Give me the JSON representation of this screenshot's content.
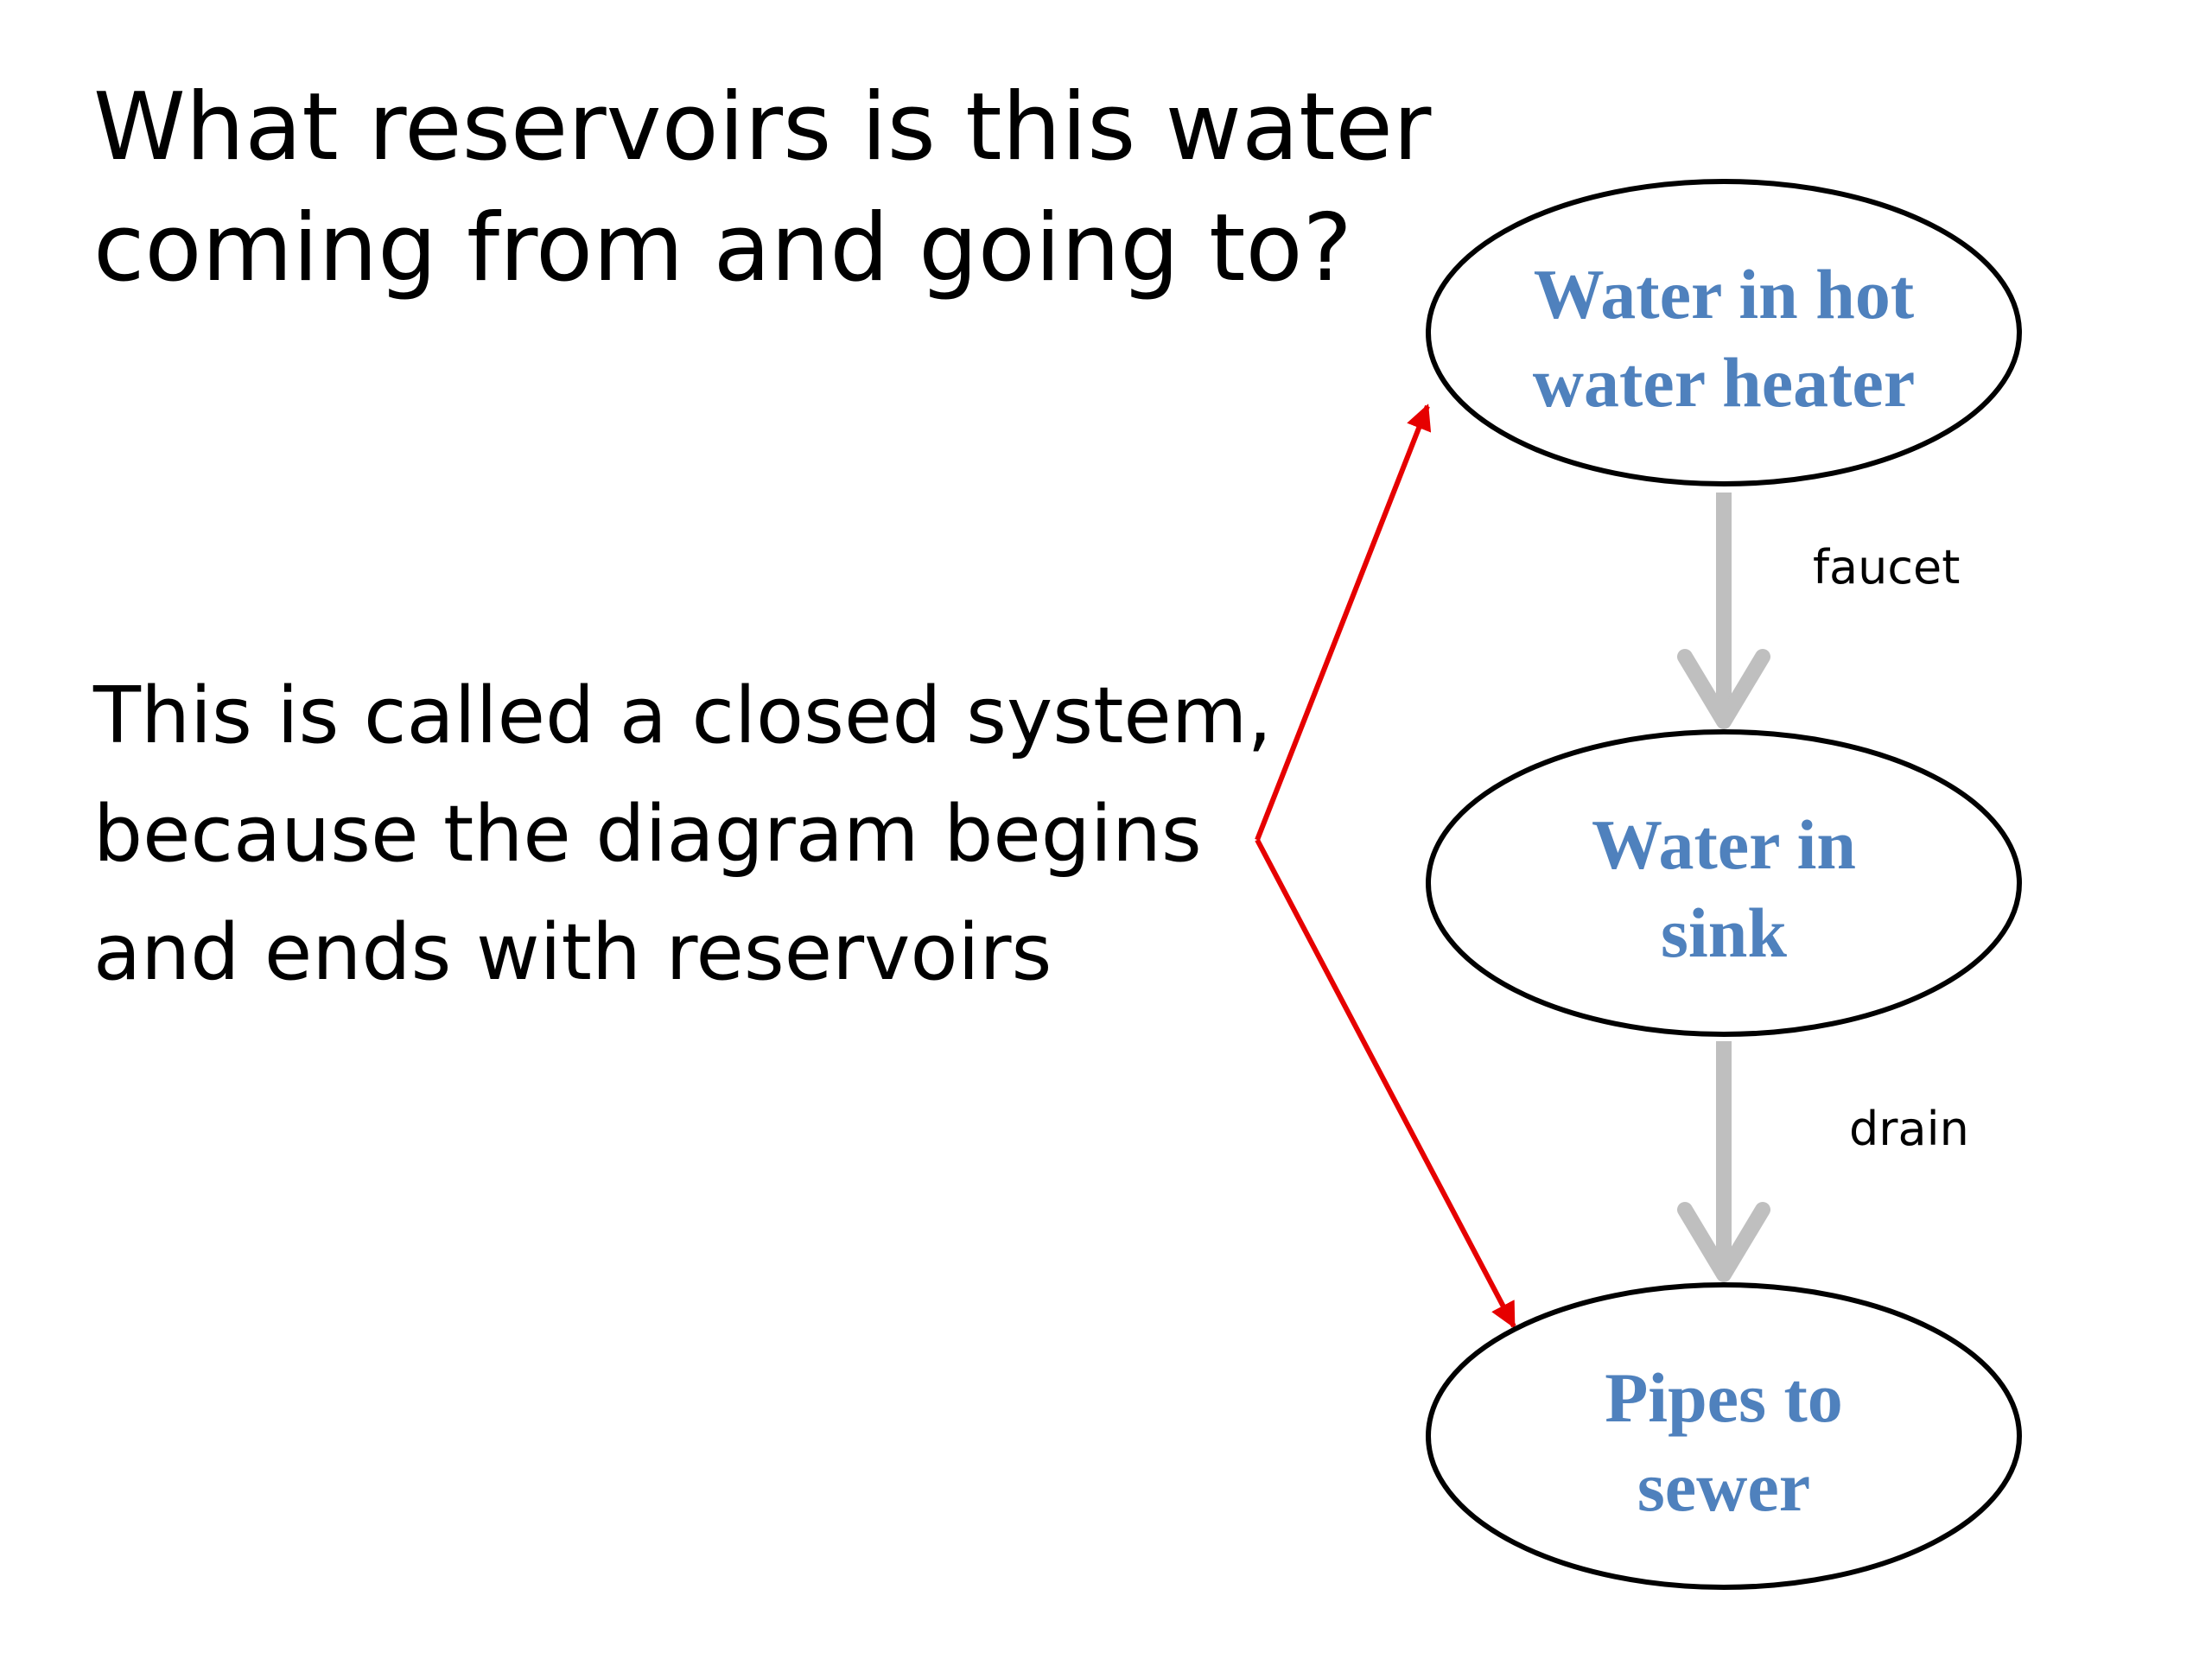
{
  "slide": {
    "question_lines": [
      "What reservoirs is this water",
      "coming from and going to?"
    ],
    "explanation_lines": [
      "This is called a closed system,",
      "because the diagram begins",
      "and ends with reservoirs"
    ]
  },
  "diagram": {
    "nodes": [
      {
        "id": "hot-water-heater",
        "lines": [
          "Water in hot",
          "water heater"
        ]
      },
      {
        "id": "sink",
        "lines": [
          "Water in",
          "sink"
        ]
      },
      {
        "id": "sewer",
        "lines": [
          "Pipes to",
          "sewer"
        ]
      }
    ],
    "edges": [
      {
        "from": "hot-water-heater",
        "to": "sink",
        "label": "faucet"
      },
      {
        "from": "sink",
        "to": "sewer",
        "label": "drain"
      }
    ],
    "colors": {
      "node_text": "#4f81bd",
      "flow_arrow": "#bfbfbf",
      "pointer_arrow": "#e60000",
      "node_outline": "#000000"
    }
  }
}
